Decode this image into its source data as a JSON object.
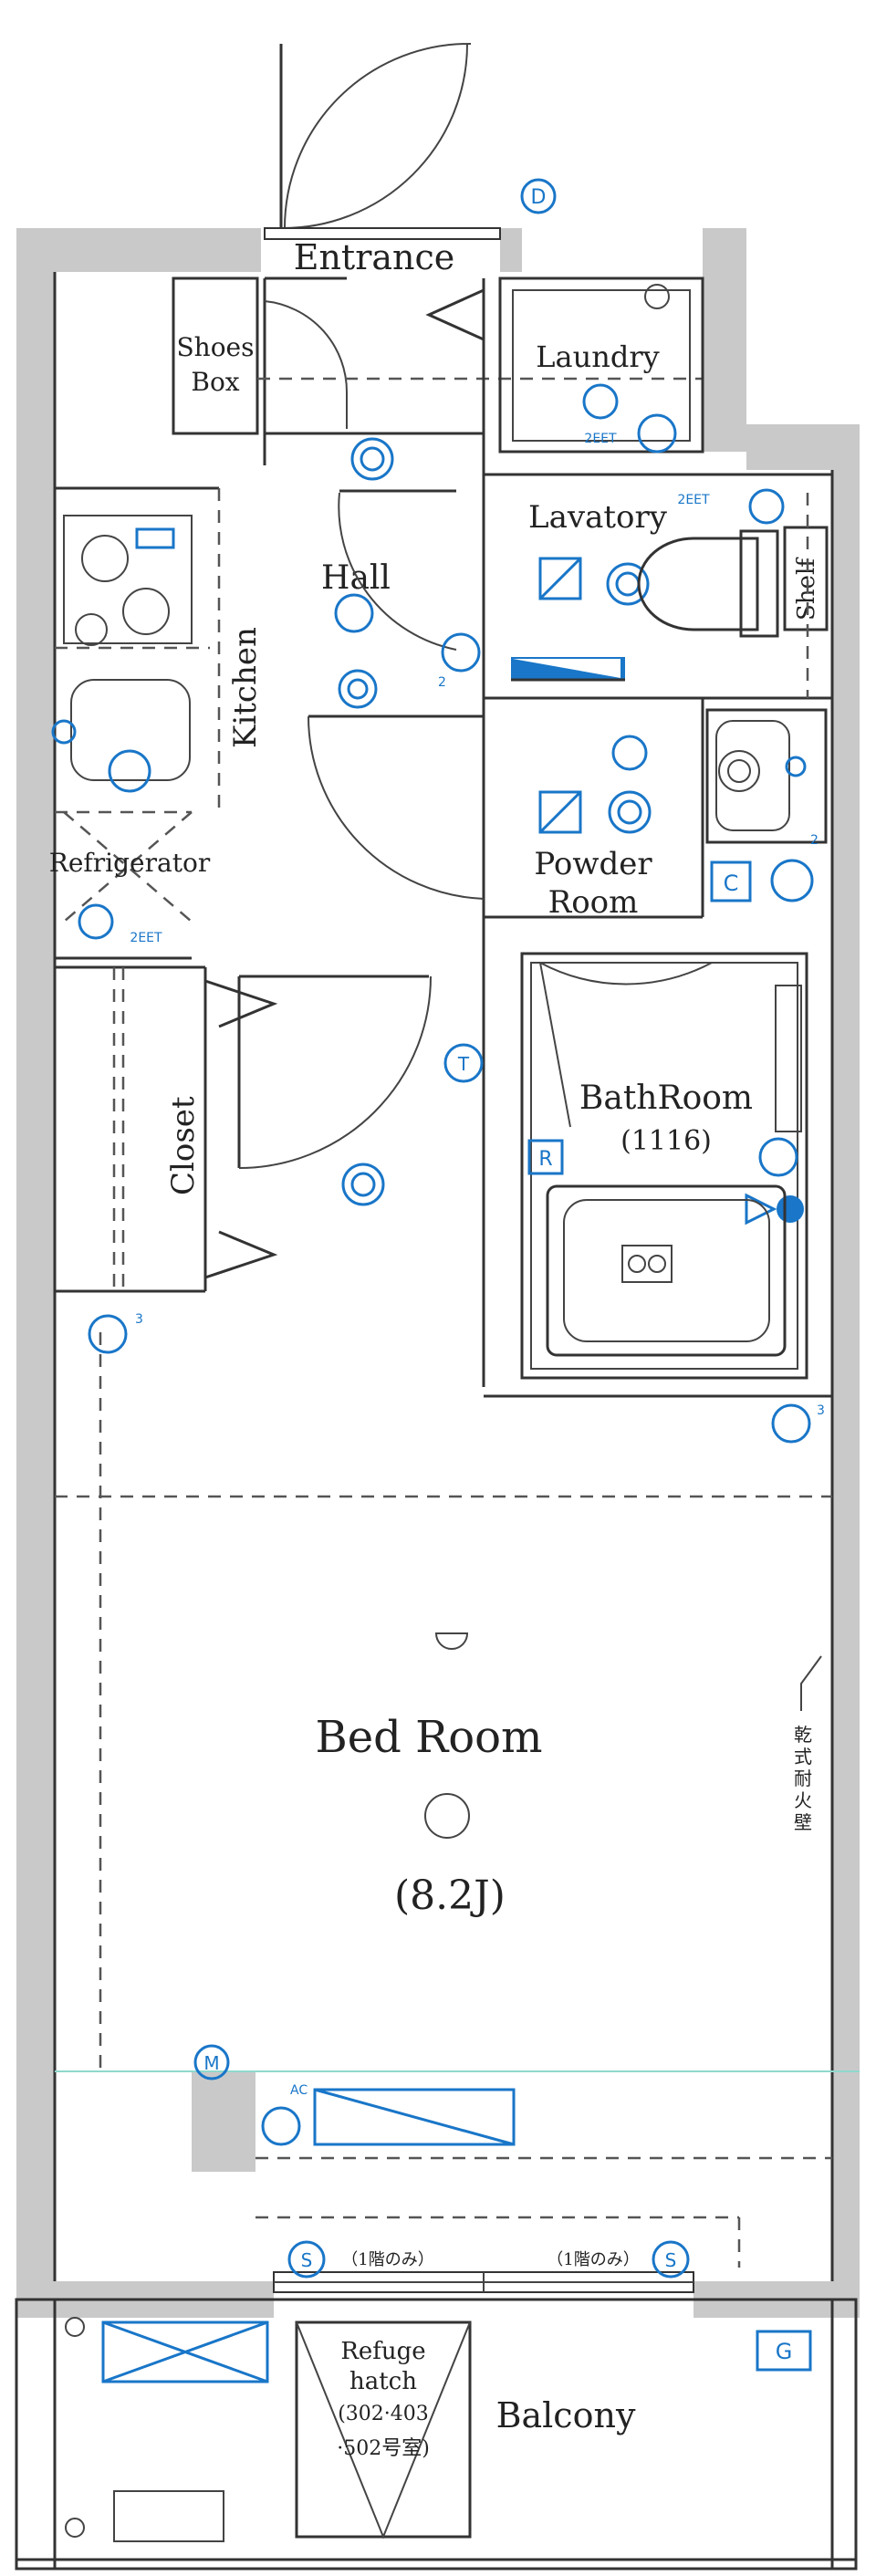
{
  "rooms": {
    "entrance": "Entrance",
    "shoes_box": [
      "Shoes",
      "Box"
    ],
    "laundry": "Laundry",
    "lavatory": "Lavatory",
    "shelf": "Shelf",
    "hall": "Hall",
    "kitchen": "Kitchen",
    "refrigerator": "Refrigerator",
    "powder_room": [
      "Powder",
      "Room"
    ],
    "bathroom": "BathRoom",
    "bathroom_size": "(1116)",
    "closet": "Closet",
    "bedroom": "Bed Room",
    "bedroom_size": "(8.2J)",
    "balcony": "Balcony",
    "refuge_hatch": [
      "Refuge",
      "hatch",
      "(302·403",
      "·502号室)"
    ],
    "fire_wall_note": [
      "乾",
      "式",
      "耐",
      "火",
      "壁"
    ]
  },
  "markers": {
    "d": "D",
    "c": "C",
    "r": "R",
    "t": "T",
    "m": "M",
    "g": "G",
    "s": "S",
    "ac": "AC",
    "eet": "2EET",
    "two": "2",
    "three": "3",
    "floor1_only": "（1階のみ）"
  },
  "colors": {
    "accent_blue": "#1976c8",
    "wall_gray": "#c9c9c9",
    "line_dark": "#333333"
  }
}
